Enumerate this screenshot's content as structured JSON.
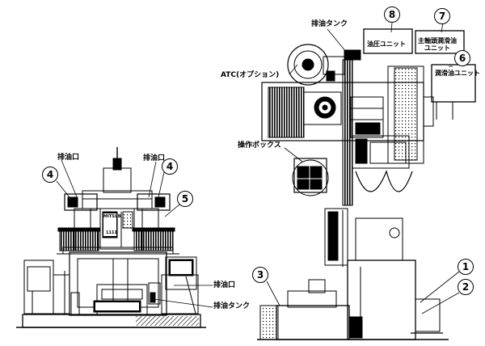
{
  "left_view": {
    "labels": {
      "drain_port_1": "排油口",
      "drain_port_2": "排油口",
      "drain_port_3": "排油口",
      "drain_tank": "排油タンク"
    },
    "callouts": {
      "c4a": "4",
      "c4b": "4",
      "c5": "5"
    },
    "nameplate": {
      "brand": "MITSUB",
      "model": "1111"
    }
  },
  "right_view": {
    "labels": {
      "drain_tank": "排油タンク",
      "atc": "ATC(オプション)",
      "operation_box": "操作ボックス",
      "hydraulic_unit": "油圧ユニット",
      "spindle_lube_unit": "主軸頭潤滑油\nユニット",
      "lube_unit": "潤滑油ユニット"
    },
    "callouts": {
      "c8": "8",
      "c7": "7",
      "c6": "6",
      "c3": "3",
      "c1": "1",
      "c2": "2"
    }
  }
}
